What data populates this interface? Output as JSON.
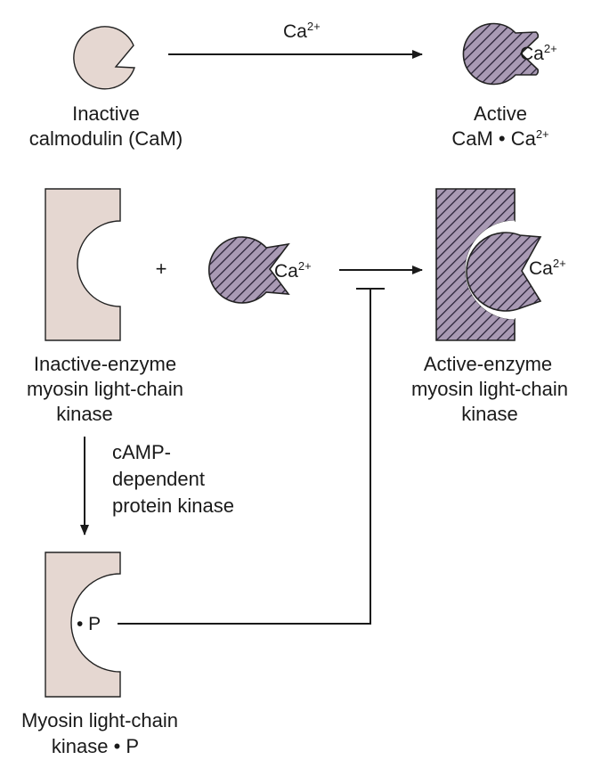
{
  "colors": {
    "inactive_fill": "#e5d7d1",
    "active_fill": "#a99ab4",
    "hatch_stroke": "#2a2238",
    "line": "#1a1a1a"
  },
  "top_row": {
    "arrow_ion": "Ca",
    "arrow_ion_charge": "2+",
    "inactive_label_line1": "Inactive",
    "inactive_label_line2": "calmodulin (CaM)",
    "active_bound_ion": "Ca",
    "active_bound_ion_charge": "2+",
    "active_label_line1": "Active",
    "active_label_line2_prefix": "CaM • Ca",
    "active_label_line2_charge": "2+"
  },
  "middle_row": {
    "plus_sign": "+",
    "complex_ion": "Ca",
    "complex_ion_charge": "2+",
    "active_enzyme_ion": "Ca",
    "active_enzyme_ion_charge": "2+",
    "inactive_label_line1": "Inactive-enzyme",
    "inactive_label_line2": "myosin light-chain",
    "inactive_label_line3": "kinase",
    "active_label_line1": "Active-enzyme",
    "active_label_line2": "myosin light-chain",
    "active_label_line3": "kinase"
  },
  "pathway": {
    "label_line1": "cAMP-",
    "label_line2": "dependent",
    "label_line3": "protein kinase"
  },
  "bottom": {
    "phosphate_label": "• P",
    "label_line1": "Myosin light-chain",
    "label_line2": "kinase • P"
  }
}
